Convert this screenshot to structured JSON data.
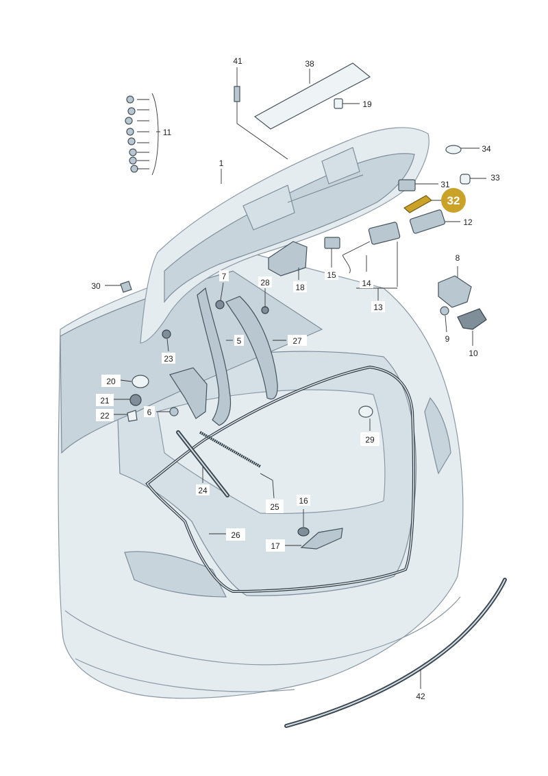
{
  "highlight": {
    "label": "32",
    "color": "#c9a227"
  },
  "callouts": [
    {
      "id": "c1",
      "label": "1"
    },
    {
      "id": "c5",
      "label": "5"
    },
    {
      "id": "c6",
      "label": "6"
    },
    {
      "id": "c7",
      "label": "7"
    },
    {
      "id": "c8",
      "label": "8"
    },
    {
      "id": "c9",
      "label": "9"
    },
    {
      "id": "c10",
      "label": "10"
    },
    {
      "id": "c11",
      "label": "11"
    },
    {
      "id": "c12",
      "label": "12"
    },
    {
      "id": "c13",
      "label": "13"
    },
    {
      "id": "c14",
      "label": "14"
    },
    {
      "id": "c15",
      "label": "15"
    },
    {
      "id": "c16",
      "label": "16"
    },
    {
      "id": "c17",
      "label": "17"
    },
    {
      "id": "c18",
      "label": "18"
    },
    {
      "id": "c19",
      "label": "19"
    },
    {
      "id": "c20",
      "label": "20"
    },
    {
      "id": "c21",
      "label": "21"
    },
    {
      "id": "c22",
      "label": "22"
    },
    {
      "id": "c23",
      "label": "23"
    },
    {
      "id": "c24",
      "label": "24"
    },
    {
      "id": "c25",
      "label": "25"
    },
    {
      "id": "c26",
      "label": "26"
    },
    {
      "id": "c27",
      "label": "27"
    },
    {
      "id": "c28",
      "label": "28"
    },
    {
      "id": "c29",
      "label": "29"
    },
    {
      "id": "c30",
      "label": "30"
    },
    {
      "id": "c31",
      "label": "31"
    },
    {
      "id": "c33",
      "label": "33"
    },
    {
      "id": "c34",
      "label": "34"
    },
    {
      "id": "c38",
      "label": "38"
    },
    {
      "id": "c41",
      "label": "41"
    },
    {
      "id": "c42",
      "label": "42"
    }
  ]
}
